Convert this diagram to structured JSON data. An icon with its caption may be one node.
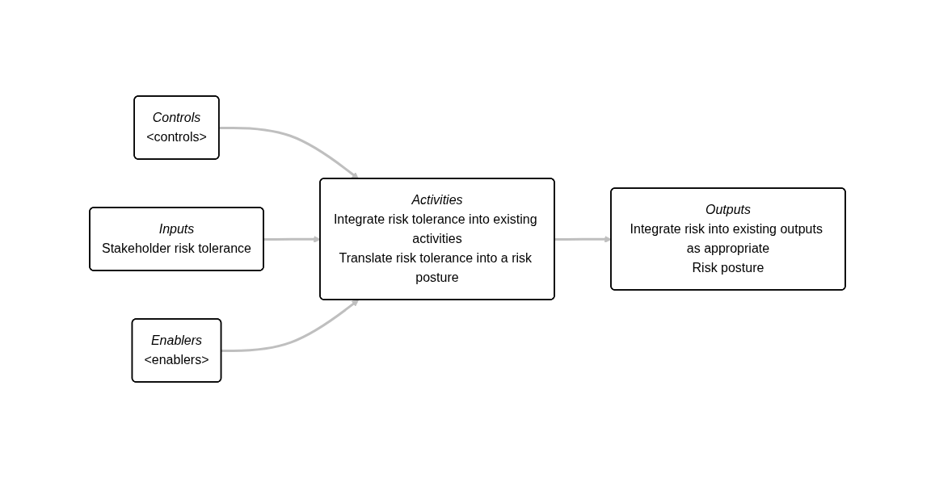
{
  "diagram": {
    "nodes": [
      {
        "text": [
          "Controls",
          "<controls>"
        ]
      },
      {
        "text": [
          "Inputs",
          "Stakeholder risk tolerance"
        ]
      },
      {
        "text": [
          "Activities",
          "Integrate risk tolerance into existing activities",
          "Translate risk tolerance into a risk posture"
        ]
      },
      {
        "text": [
          "Outputs",
          "Integrate risk into existing outputs as appropriate",
          "Risk posture"
        ]
      },
      {
        "text": [
          "Enablers",
          "<enablers>"
        ]
      }
    ],
    "edges": [
      {
        "from": 0,
        "to": 2,
        "arrow": "to"
      },
      {
        "from": 1,
        "to": 2,
        "arrow": "to"
      },
      {
        "from": 2,
        "to": 3,
        "arrow": "to"
      },
      {
        "from": 4,
        "to": 2,
        "arrow": "to"
      }
    ]
  }
}
